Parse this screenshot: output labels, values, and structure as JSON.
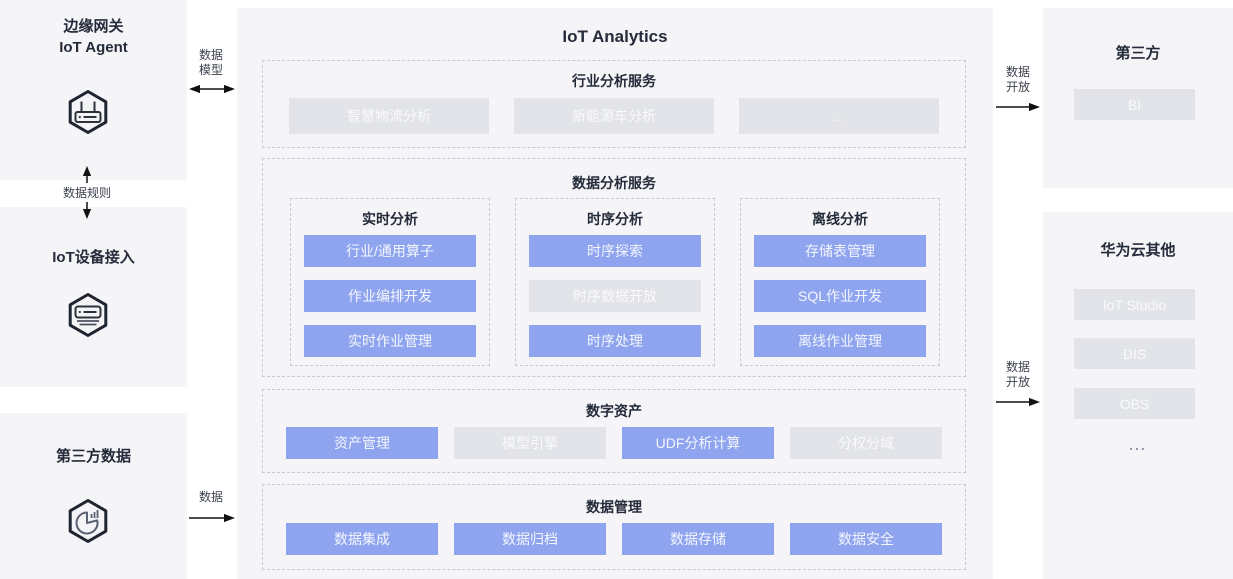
{
  "left_column": {
    "edge_gateway": {
      "title1": "边缘网关",
      "title2": "IoT Agent",
      "icon": "gateway-hexagon-icon"
    },
    "device_access": {
      "title": "IoT设备接入",
      "icon": "device-hexagon-icon"
    },
    "third_party_data": {
      "title": "第三方数据",
      "icon": "pie-chart-hexagon-icon"
    }
  },
  "connectors": {
    "data_model": {
      "line1": "数据",
      "line2": "模型"
    },
    "data_rule": {
      "label": "数据规则"
    },
    "data_in": {
      "label": "数据"
    },
    "data_open_top": {
      "line1": "数据",
      "line2": "开放"
    },
    "data_open_bottom": {
      "line1": "数据",
      "line2": "开放"
    }
  },
  "main": {
    "title": "IoT Analytics",
    "industry_services": {
      "title": "行业分析服务",
      "buttons": [
        {
          "label": "智慧物流分析",
          "state": "inactive"
        },
        {
          "label": "新能源车分析",
          "state": "inactive"
        },
        {
          "label": "...",
          "state": "inactive"
        }
      ]
    },
    "analysis_services": {
      "title": "数据分析服务",
      "groups": [
        {
          "title": "实时分析",
          "buttons": [
            {
              "label": "行业/通用算子",
              "state": "active"
            },
            {
              "label": "作业编排开发",
              "state": "active"
            },
            {
              "label": "实时作业管理",
              "state": "active"
            }
          ]
        },
        {
          "title": "时序分析",
          "buttons": [
            {
              "label": "时序探索",
              "state": "active"
            },
            {
              "label": "时序数据开放",
              "state": "inactive"
            },
            {
              "label": "时序处理",
              "state": "active"
            }
          ]
        },
        {
          "title": "离线分析",
          "buttons": [
            {
              "label": "存储表管理",
              "state": "active"
            },
            {
              "label": "SQL作业开发",
              "state": "active"
            },
            {
              "label": "离线作业管理",
              "state": "active"
            }
          ]
        }
      ]
    },
    "digital_assets": {
      "title": "数字资产",
      "buttons": [
        {
          "label": "资产管理",
          "state": "active"
        },
        {
          "label": "模型引擎",
          "state": "inactive"
        },
        {
          "label": "UDF分析计算",
          "state": "active"
        },
        {
          "label": "分权分域",
          "state": "inactive"
        }
      ]
    },
    "data_management": {
      "title": "数据管理",
      "buttons": [
        {
          "label": "数据集成",
          "state": "active"
        },
        {
          "label": "数据归档",
          "state": "active"
        },
        {
          "label": "数据存储",
          "state": "active"
        },
        {
          "label": "数据安全",
          "state": "active"
        }
      ]
    }
  },
  "right_column": {
    "third_party": {
      "title": "第三方",
      "buttons": [
        {
          "label": "BI",
          "state": "inactive"
        }
      ]
    },
    "huawei_cloud_other": {
      "title": "华为云其他",
      "buttons": [
        {
          "label": "IoT Studio",
          "state": "inactive"
        },
        {
          "label": "DIS",
          "state": "inactive"
        },
        {
          "label": "OBS",
          "state": "inactive"
        }
      ],
      "more": "..."
    }
  },
  "colors": {
    "active_module": "#8ea4ef",
    "inactive_module": "#e2e4e9",
    "panel_background": "#f5f5f7",
    "heading_text": "#252b3a",
    "arrow": "#111111"
  }
}
